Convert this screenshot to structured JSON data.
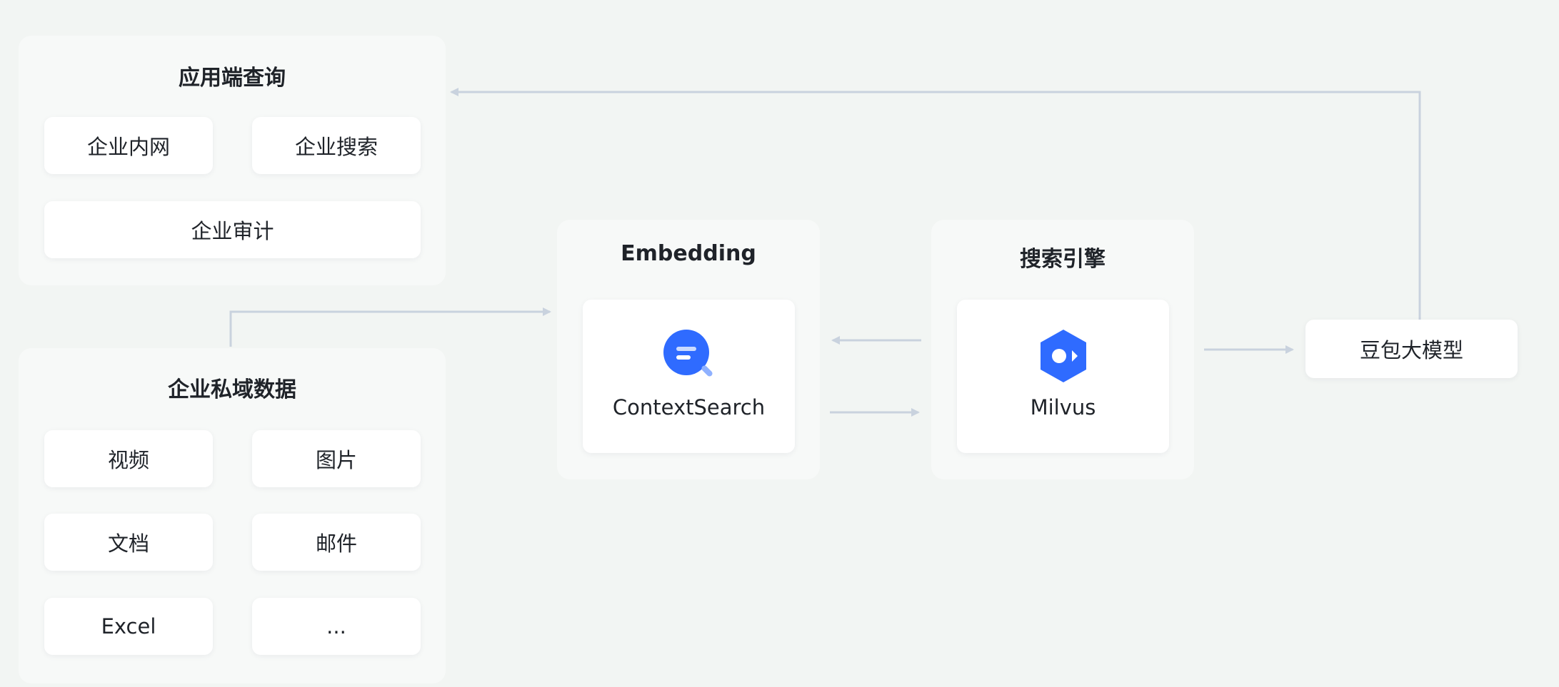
{
  "app_query": {
    "title": "应用端查询",
    "items": [
      "企业内网",
      "企业搜索",
      "企业审计"
    ]
  },
  "private_data": {
    "title": "企业私域数据",
    "items": [
      "视频",
      "图片",
      "文档",
      "邮件",
      "Excel",
      "..."
    ]
  },
  "embedding": {
    "title": "Embedding",
    "card_label": "ContextSearch",
    "icon": "magnifier-icon"
  },
  "search_engine": {
    "title": "搜索引擎",
    "card_label": "Milvus",
    "icon": "milvus-hexagon-icon"
  },
  "llm": {
    "label": "豆包大模型"
  },
  "colors": {
    "background": "#f2f5f3",
    "panel": "#f7f8f8",
    "card": "#ffffff",
    "arrow": "#c9d2de",
    "icon_blue": "#2f6bff"
  }
}
